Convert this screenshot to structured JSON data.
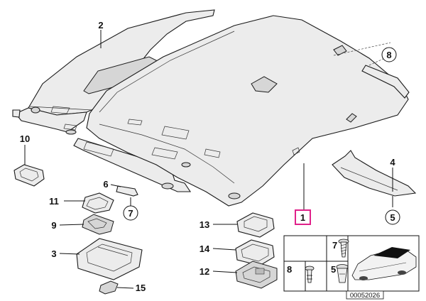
{
  "callouts": [
    {
      "id": "c2",
      "text": "2"
    },
    {
      "id": "c8",
      "text": "8"
    },
    {
      "id": "c10",
      "text": "10"
    },
    {
      "id": "c6",
      "text": "6"
    },
    {
      "id": "c7",
      "text": "7"
    },
    {
      "id": "c11",
      "text": "11"
    },
    {
      "id": "c9",
      "text": "9"
    },
    {
      "id": "c3",
      "text": "3"
    },
    {
      "id": "c15",
      "text": "15"
    },
    {
      "id": "c13",
      "text": "13"
    },
    {
      "id": "c14",
      "text": "14"
    },
    {
      "id": "c12",
      "text": "12"
    },
    {
      "id": "c1",
      "text": "1"
    },
    {
      "id": "c4",
      "text": "4"
    },
    {
      "id": "c5",
      "text": "5"
    }
  ],
  "legend_box": {
    "cell_7": "7",
    "cell_8": "8",
    "cell_5": "5",
    "diagram_number": "00052026"
  },
  "colors": {
    "highlight": "#e0218a",
    "line": "#111111",
    "part_fill": "#ececec"
  }
}
